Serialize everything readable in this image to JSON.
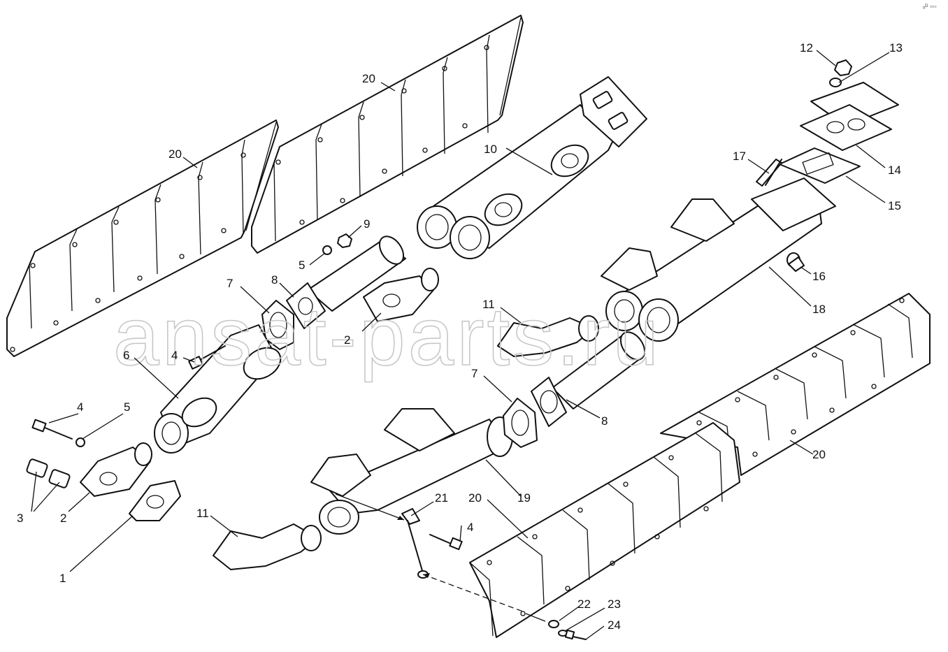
{
  "watermark": "ansat-parts.ru",
  "corner_mark": "ₒᴰ ▫▫▫",
  "callouts": {
    "c1": "1",
    "c2a": "2",
    "c2b": "2",
    "c3": "3",
    "c4a": "4",
    "c4b": "4",
    "c4c": "4",
    "c5a": "5",
    "c5b": "5",
    "c6": "6",
    "c7a": "7",
    "c7b": "7",
    "c8a": "8",
    "c8b": "8",
    "c9": "9",
    "c10": "10",
    "c11a": "11",
    "c11b": "11",
    "c12": "12",
    "c13": "13",
    "c14": "14",
    "c15": "15",
    "c16": "16",
    "c17": "17",
    "c18": "18",
    "c19": "19",
    "c20a": "20",
    "c20b": "20",
    "c20c": "20",
    "c20d": "20",
    "c21": "21",
    "c22": "22",
    "c23": "23",
    "c24": "24"
  }
}
